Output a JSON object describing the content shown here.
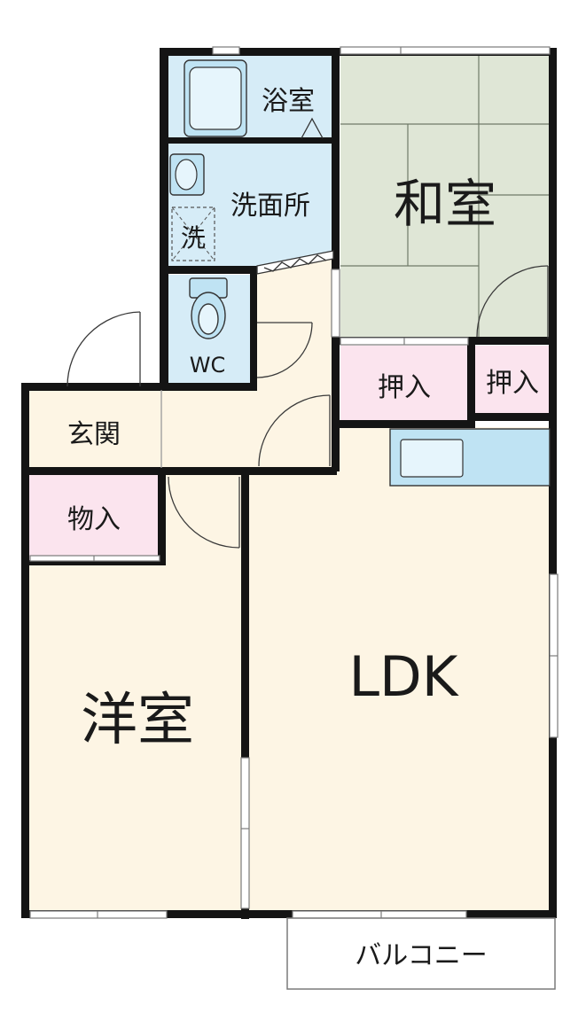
{
  "rooms": {
    "bath": "浴室",
    "washroom": "洗面所",
    "washer_mark": "洗",
    "wc": "WC",
    "entrance": "玄関",
    "storage": "物入",
    "closet_1": "押入",
    "closet_2": "押入",
    "japanese_room": "和室",
    "western_room": "洋室",
    "ldk": "LDK",
    "balcony": "バルコニー"
  },
  "colors": {
    "cream_floor": "#fdf5e4",
    "tatami": "#dfe6d6",
    "wet_area": "#d6ecf7",
    "storage": "#fbe4ee",
    "fixture": "#bfe3f3",
    "wall": "#141414"
  }
}
